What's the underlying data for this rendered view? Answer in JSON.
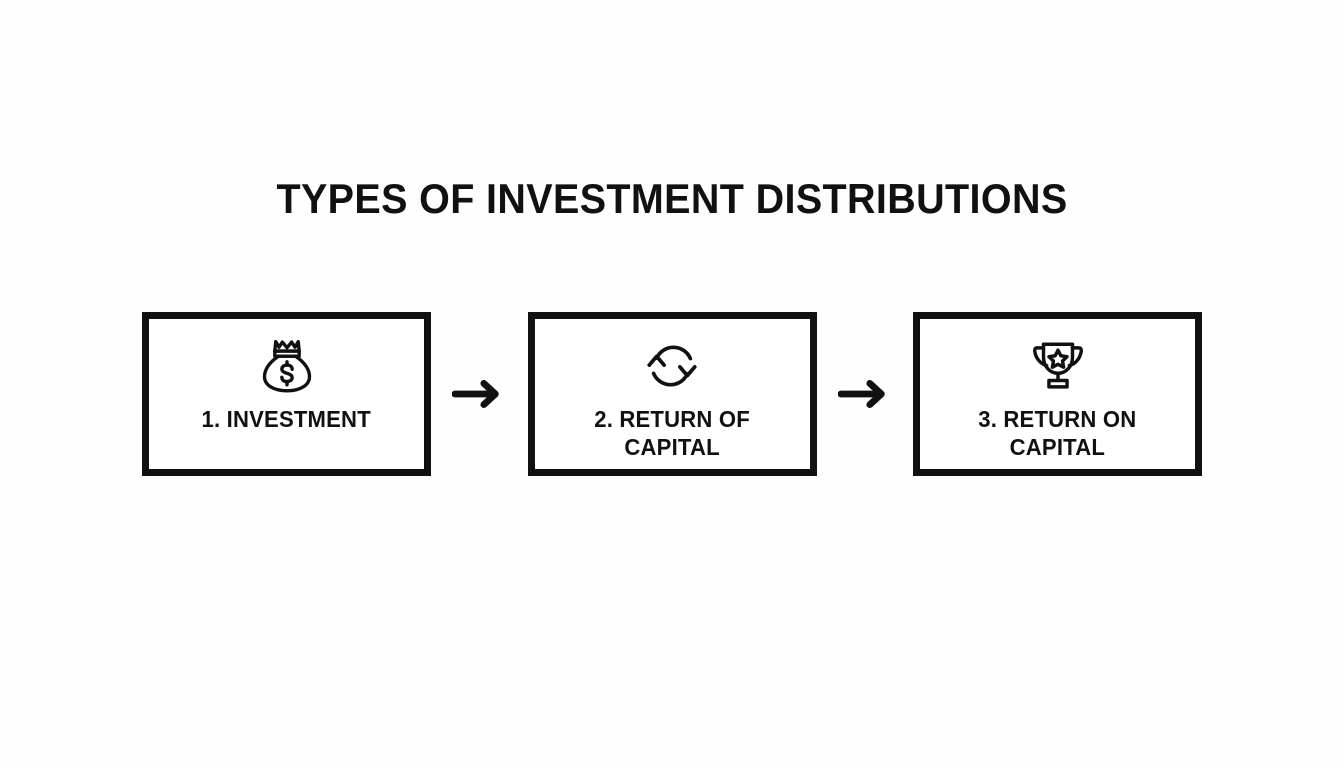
{
  "slide": {
    "title": "TYPES OF INVESTMENT DISTRIBUTIONS",
    "background_color": "#fefefe",
    "ink_color": "#111111"
  },
  "flow": {
    "steps": [
      {
        "icon": "money-bag-icon",
        "label_line1": "1. INVESTMENT",
        "label_line2": ""
      },
      {
        "icon": "cycle-arrows-icon",
        "label_line1": "2. RETURN OF",
        "label_line2": "CAPITAL"
      },
      {
        "icon": "trophy-icon",
        "label_line1": "3. RETURN ON",
        "label_line2": "CAPITAL"
      }
    ],
    "connectors": [
      {
        "icon": "arrow-right-icon"
      },
      {
        "icon": "arrow-right-icon"
      }
    ]
  }
}
